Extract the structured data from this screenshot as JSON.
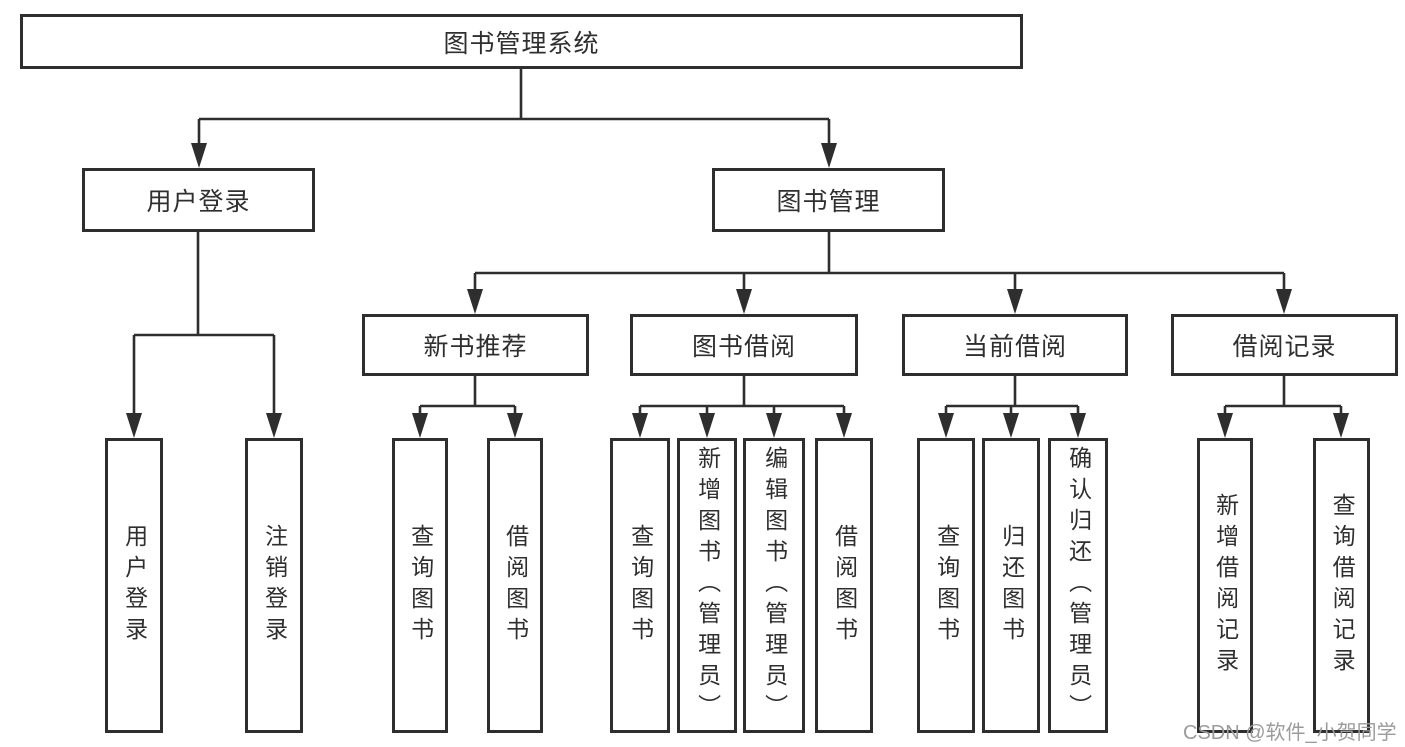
{
  "diagram": {
    "root": {
      "label": "图书管理系统",
      "children": [
        {
          "label": "用户登录",
          "children": [
            {
              "label": "用户登录"
            },
            {
              "label": "注销登录"
            }
          ]
        },
        {
          "label": "图书管理",
          "children": [
            {
              "label": "新书推荐",
              "children": [
                {
                  "label": "查询图书"
                },
                {
                  "label": "借阅图书"
                }
              ]
            },
            {
              "label": "图书借阅",
              "children": [
                {
                  "label": "查询图书"
                },
                {
                  "label": "新增图书（管理员）"
                },
                {
                  "label": "编辑图书（管理员）"
                },
                {
                  "label": "借阅图书"
                }
              ]
            },
            {
              "label": "当前借阅",
              "children": [
                {
                  "label": "查询图书"
                },
                {
                  "label": "归还图书"
                },
                {
                  "label": "确认归还（管理员）"
                }
              ]
            },
            {
              "label": "借阅记录",
              "children": [
                {
                  "label": "新增借阅记录"
                },
                {
                  "label": "查询借阅记录"
                }
              ]
            }
          ]
        }
      ]
    }
  },
  "watermark": {
    "text": "CSDN @软件_小贺同学"
  },
  "colors": {
    "line": "#2e2e2e",
    "text": "#2f2f2f",
    "watermark": "#9b9b9b",
    "background": "#ffffff"
  }
}
